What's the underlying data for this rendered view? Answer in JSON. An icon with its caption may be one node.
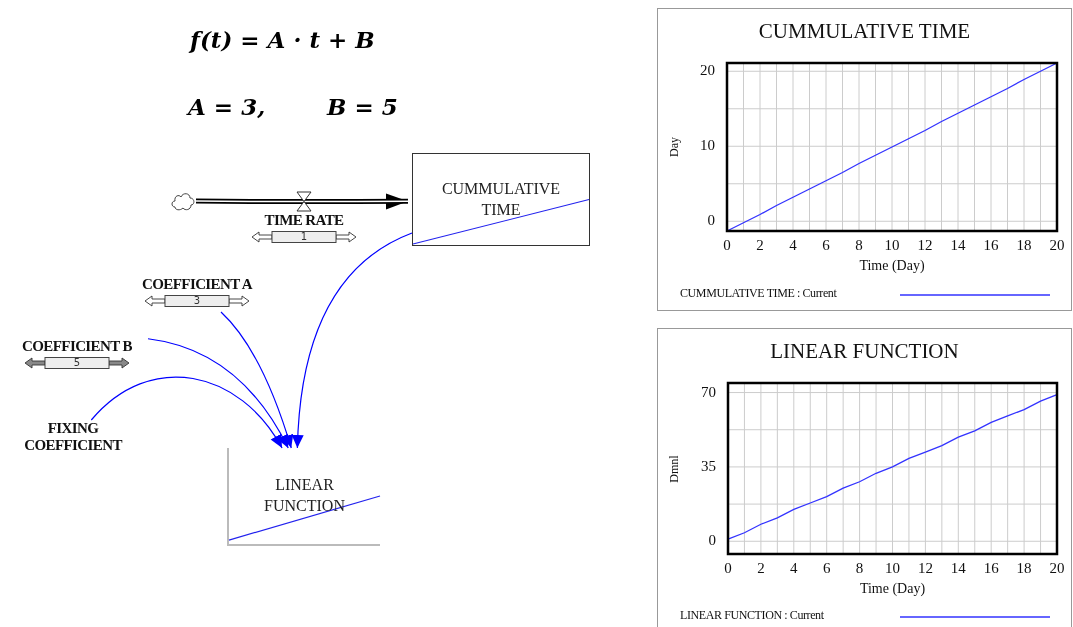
{
  "diagram": {
    "nodes": [
      {
        "text": [],
        "shape": "cloud"
      },
      {
        "text": [
          "CUMMULATIVE TIME"
        ]
      },
      {
        "text": [
          "TIME RATE",
          "1"
        ]
      },
      {
        "text": [
          "COEFFICIENT A",
          "3"
        ]
      },
      {
        "text": [
          "COEFFICIENT B",
          "5"
        ]
      },
      {
        "text": [
          "FIXING COEFFICIENT"
        ]
      },
      {
        "text": [
          "LINEAR FUNCTION"
        ]
      }
    ],
    "edges": [
      {
        "from": 0,
        "to": 2,
        "arrow": "none",
        "style": "thick",
        "color": "#000000"
      },
      {
        "from": 2,
        "to": 1,
        "arrow": "to",
        "style": "thick",
        "color": "#000000"
      },
      {
        "from": 1,
        "to": 6,
        "arrow": "to"
      },
      {
        "from": 3,
        "to": 6,
        "arrow": "to"
      },
      {
        "from": 4,
        "to": 6,
        "arrow": "to"
      },
      {
        "from": 5,
        "to": 6,
        "arrow": "to"
      }
    ],
    "labels": [
      "f(t) = A · t + B",
      "A = 3,",
      "B = 5"
    ],
    "legend": [
      {
        "text": "CUMMULATIVE TIME : Current"
      },
      {
        "text": "LINEAR FUNCTION : Current"
      }
    ],
    "chart_data": [
      {
        "type": "line",
        "title": "CUMMULATIVE TIME",
        "xlabel": "Time (Day)",
        "ylabel": "Day",
        "x": [
          0,
          1,
          2,
          3,
          4,
          5,
          6,
          7,
          8,
          9,
          10,
          11,
          12,
          13,
          14,
          15,
          16,
          17,
          18,
          19,
          20
        ],
        "series": [
          {
            "color": "#3333ff",
            "values": [
              -1.3,
              -0.2,
              0.9,
              2.1,
              3.2,
              4.3,
              5.4,
              6.5,
              7.7,
              8.8,
              9.9,
              11,
              12.1,
              13.3,
              14.4,
              15.5,
              16.6,
              17.7,
              18.9,
              20,
              21.1
            ]
          }
        ],
        "xlim": [
          0,
          20
        ],
        "ylim": [
          -1.3,
          21.1
        ],
        "grid": true,
        "xticks": [
          0,
          2,
          4,
          6,
          8,
          10,
          12,
          14,
          16,
          18,
          20
        ],
        "yticks": [
          0,
          10,
          20
        ]
      },
      {
        "type": "line",
        "title": "LINEAR FUNCTION",
        "xlabel": "Time (Day)",
        "ylabel": "Dmnl",
        "x": [
          0,
          1,
          2,
          3,
          4,
          5,
          6,
          7,
          8,
          9,
          10,
          11,
          12,
          13,
          14,
          15,
          16,
          17,
          18,
          19,
          20
        ],
        "series": [
          {
            "color": "#3333ff",
            "values": [
              1,
              4,
              8,
              11,
              15,
              18,
              21,
              25,
              28,
              32,
              35,
              39,
              42,
              45,
              49,
              52,
              56,
              59,
              62,
              66,
              69
            ]
          }
        ],
        "xlim": [
          0,
          20
        ],
        "ylim": [
          -6,
          74.5
        ],
        "grid": true,
        "xticks": [
          0,
          2,
          4,
          6,
          8,
          10,
          12,
          14,
          16,
          18,
          20
        ],
        "yticks": [
          0,
          35,
          70
        ]
      }
    ]
  }
}
